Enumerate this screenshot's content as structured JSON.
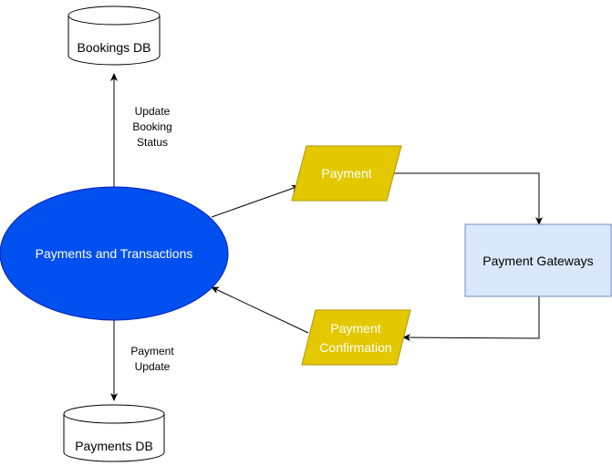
{
  "nodes": {
    "bookings_db": "Bookings DB",
    "payments_db": "Payments DB",
    "payments_transactions": "Payments and Transactions",
    "payment": "Payment",
    "payment_gateways": "Payment Gateways",
    "payment_confirmation": {
      "line1": "Payment",
      "line2": "Confirmation"
    }
  },
  "edges": {
    "update_booking_status": {
      "line1": "Update",
      "line2": "Booking",
      "line3": "Status"
    },
    "payment_update": {
      "line1": "Payment",
      "line2": "Update"
    }
  },
  "colors": {
    "process_fill": "#0050ef",
    "process_stroke": "#001dbc",
    "data_fill": "#e3c800",
    "data_stroke": "#b09500",
    "gateway_fill": "#dae8fc",
    "gateway_stroke": "#6c8ebf",
    "line": "#000000"
  }
}
